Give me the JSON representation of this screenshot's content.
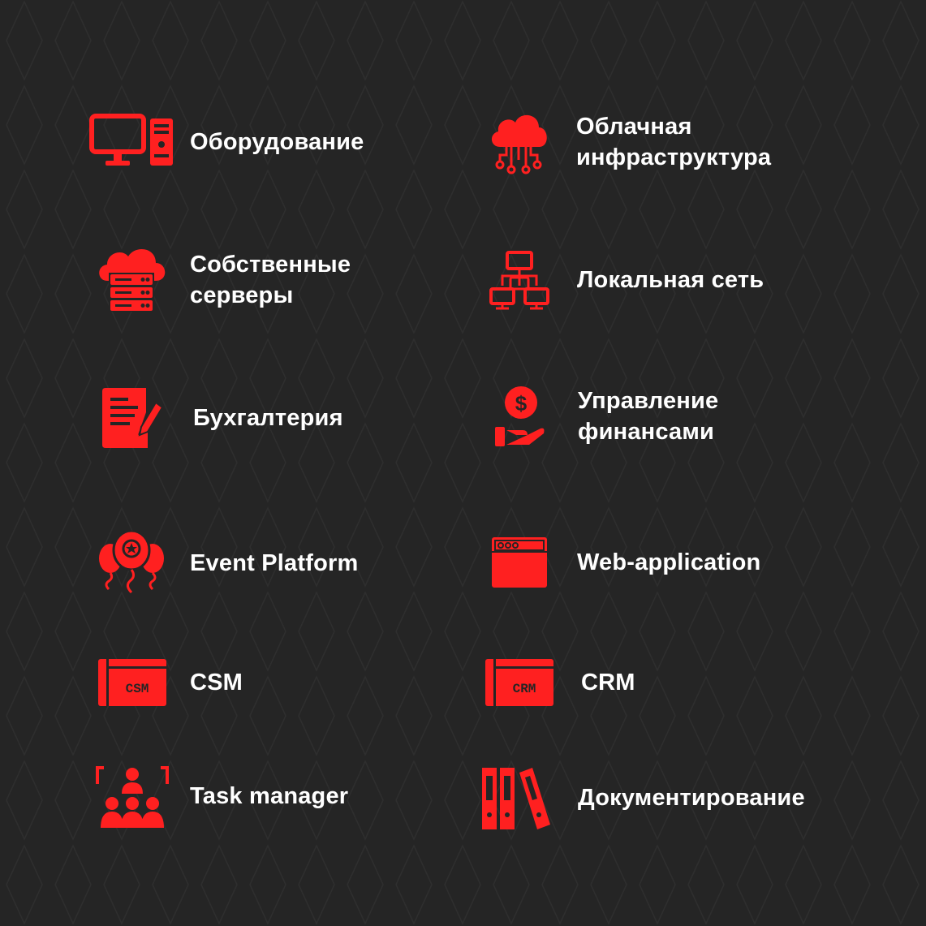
{
  "accent_color": "#ff2020",
  "background_color": "#252525",
  "items": [
    {
      "label": "Оборудование",
      "icon": "computer-tower-icon"
    },
    {
      "label": "Облачная\nинфраструктура",
      "icon": "cloud-network-icon"
    },
    {
      "label": "Собственные\nсерверы",
      "icon": "cloud-server-icon"
    },
    {
      "label": "Локальная сеть",
      "icon": "local-network-icon"
    },
    {
      "label": "Бухгалтерия",
      "icon": "document-pen-icon"
    },
    {
      "label": "Управление\nфинансами",
      "icon": "hand-dollar-coin-icon"
    },
    {
      "label": "Event Platform",
      "icon": "balloons-icon"
    },
    {
      "label": "Web-application",
      "icon": "browser-window-icon"
    },
    {
      "label": "CSM",
      "icon": "csm-card-icon",
      "badge": "CSM"
    },
    {
      "label": "CRM",
      "icon": "crm-card-icon",
      "badge": "CRM"
    },
    {
      "label": "Task manager",
      "icon": "team-presentation-icon"
    },
    {
      "label": "Документирование",
      "icon": "binders-icon"
    }
  ]
}
